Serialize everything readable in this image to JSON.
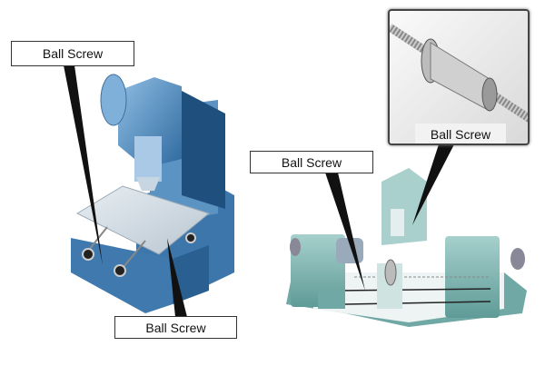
{
  "labels": {
    "mill_top": "Ball Screw",
    "mill_bottom": "Ball Screw",
    "lathe": "Ball Screw",
    "inset": "Ball Screw"
  },
  "colors": {
    "mill_body": "#4f86b8",
    "lathe_body": "#7fb3b0",
    "pointer": "#111111"
  }
}
